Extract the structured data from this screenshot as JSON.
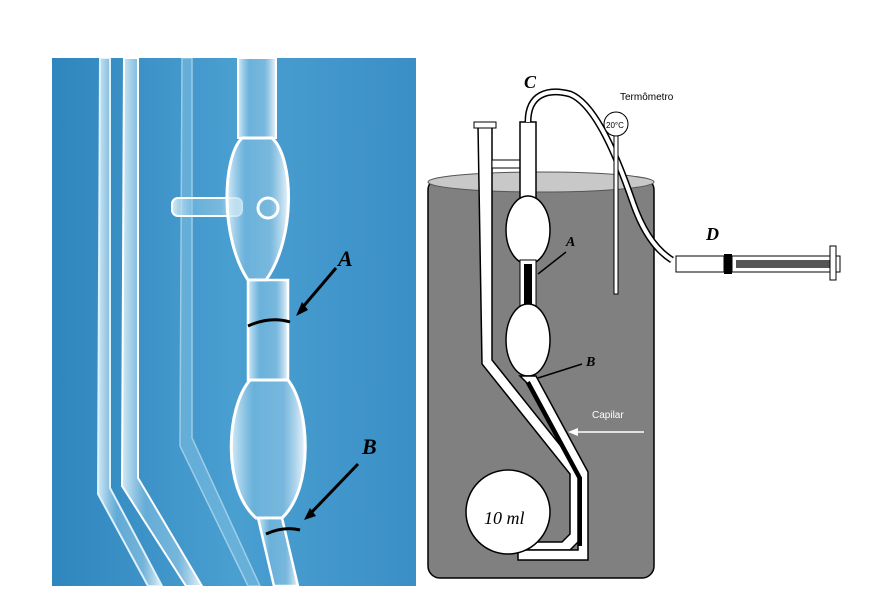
{
  "photo": {
    "labels": {
      "a": "A",
      "b": "B"
    }
  },
  "diagram": {
    "labels": {
      "c": "C",
      "thermometer": "Termômetro",
      "temperature": "20°C",
      "d": "D",
      "a": "A",
      "b": "B",
      "capillary": "Capilar",
      "volume": "10 ml"
    }
  },
  "colors": {
    "photo_background": "#3f95c9",
    "bath_fill": "#808080",
    "bath_top": "#c8c8c8",
    "glass": "#ffffff",
    "outline": "#000000"
  }
}
